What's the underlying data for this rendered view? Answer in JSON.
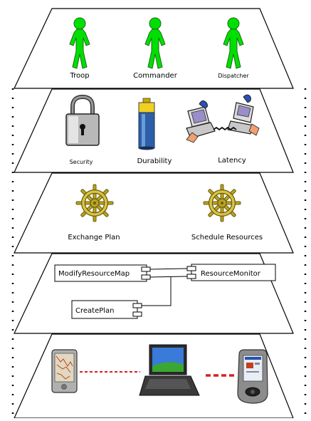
{
  "layers": {
    "actors": {
      "items": [
        {
          "label": "Troop"
        },
        {
          "label": "Commander"
        },
        {
          "label": "Dispatcher"
        }
      ]
    },
    "qos": {
      "items": [
        {
          "label": "Security"
        },
        {
          "label": "Durability"
        },
        {
          "label": "Latency"
        }
      ]
    },
    "services": {
      "items": [
        {
          "label": "Exchange Plan"
        },
        {
          "label": "Schedule Resources"
        }
      ]
    },
    "components": {
      "items": [
        {
          "label": "ModifyResourceMap"
        },
        {
          "label": "ResourceMonitor"
        },
        {
          "label": "CreatePlan"
        }
      ]
    },
    "devices": {
      "items": [
        {
          "name": "pda-left"
        },
        {
          "name": "laptop"
        },
        {
          "name": "pda-right"
        }
      ],
      "link_colors": [
        "#d92020",
        "#d92020"
      ]
    }
  },
  "colors": {
    "actor": "#00e000",
    "actor_stroke": "#1a6b1a",
    "wheel": "#b8a420",
    "wheel_dark": "#6b5d10"
  }
}
